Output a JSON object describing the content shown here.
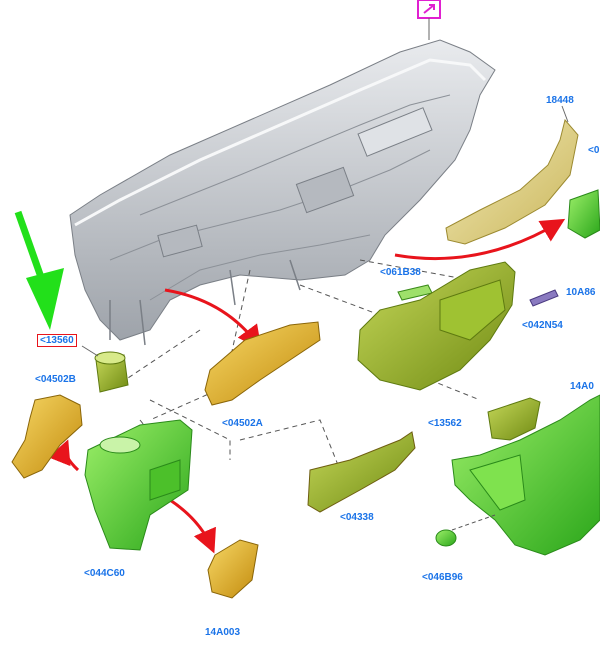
{
  "labels": {
    "l18448": "18448",
    "l0_top_right": "<0",
    "l13560": "<13560",
    "l04502B": "<04502B",
    "l04502A": "<04502A",
    "l061B38": "<061B38",
    "l10A86": "10A86",
    "l042N54": "<042N54",
    "l14A0": "14A0",
    "l13562": "<13562",
    "l04338": "<04338",
    "l044C60": "<044C60",
    "l046B96": "<046B96",
    "l14A003": "14A003"
  },
  "colors": {
    "label_text": "#1a73e8",
    "callout_box": "#e8141c",
    "pointer_arrow": "#22e01a",
    "flow_arrow": "#e8141c",
    "corner_icon": "#e020d0",
    "part_green": "#5fd83a",
    "part_yellow": "#e6b21e",
    "part_beige": "#e2d58a",
    "part_grey": "#c9ccd0"
  },
  "icons": {
    "corner": "expand-arrow-icon"
  }
}
